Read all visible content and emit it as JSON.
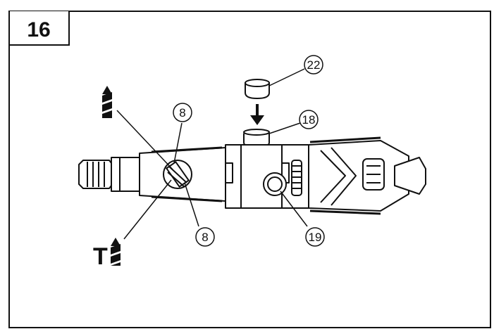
{
  "figure": {
    "number": "16"
  },
  "callouts": {
    "c22": "22",
    "c18": "18",
    "c8_top": "8",
    "c8_bottom": "8",
    "c19": "19"
  },
  "mode_labels": {
    "hammer_letter": "T"
  },
  "colors": {
    "line": "#111111",
    "background": "#ffffff"
  }
}
